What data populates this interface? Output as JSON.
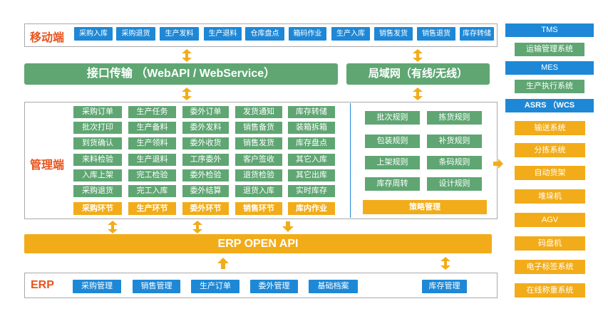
{
  "mobile": {
    "label": "移动端",
    "buttons": [
      "采购入库",
      "采购退货",
      "生产发料",
      "生产退料",
      "仓库盘点",
      "箱码作业",
      "生产入库",
      "销售发货",
      "销售退货",
      "库存转储"
    ]
  },
  "transport": {
    "label": "接口传输 （WebAPI / WebService）"
  },
  "lan": {
    "label": "局域网（有线/无线）"
  },
  "management": {
    "label": "管理端",
    "columns": [
      {
        "items": [
          "采购订单",
          "批次打印",
          "到货确认",
          "来料检验",
          "入库上架",
          "采购退货"
        ],
        "footer": "采购环节"
      },
      {
        "items": [
          "生产任务",
          "生产备料",
          "生产领料",
          "生产退料",
          "完工检验",
          "完工入库"
        ],
        "footer": "生产环节"
      },
      {
        "items": [
          "委外订单",
          "委外发料",
          "委外收货",
          "工序委外",
          "委外检验",
          "委外结算"
        ],
        "footer": "委外环节"
      },
      {
        "items": [
          "发货通知",
          "销售备货",
          "销售发货",
          "客户签收",
          "退货检验",
          "退货入库"
        ],
        "footer": "销售环节"
      },
      {
        "items": [
          "库存转储",
          "装箱拆箱",
          "库存盘点",
          "其它入库",
          "其它出库",
          "实时库存"
        ],
        "footer": "库内作业"
      }
    ],
    "rules": [
      "批次规则",
      "拣货规则",
      "包装规则",
      "补货规则",
      "上架规则",
      "条码规则",
      "库存周转",
      "设计规则"
    ],
    "rules_footer": "策略管理"
  },
  "erp_api": {
    "label": "ERP  OPEN API"
  },
  "erp": {
    "label": "ERP",
    "buttons": [
      "采购管理",
      "销售管理",
      "生产订单",
      "委外管理",
      "基础档案",
      "库存管理"
    ]
  },
  "side": {
    "tms": {
      "title": "TMS",
      "desc": "运输管理系统"
    },
    "mes": {
      "title": "MES",
      "desc": "生产执行系统"
    },
    "asrs": {
      "title": "ASRS （WCS"
    },
    "devices": [
      "输送系统",
      "分拣系统",
      "自动货架",
      "堆垛机",
      "AGV",
      "码盘机",
      "电子标签系统",
      "在线称重系统"
    ]
  },
  "colors": {
    "blue": "#1e88d6",
    "green": "#5fa673",
    "orange": "#f2ac1a",
    "red_label": "#e8541e"
  }
}
